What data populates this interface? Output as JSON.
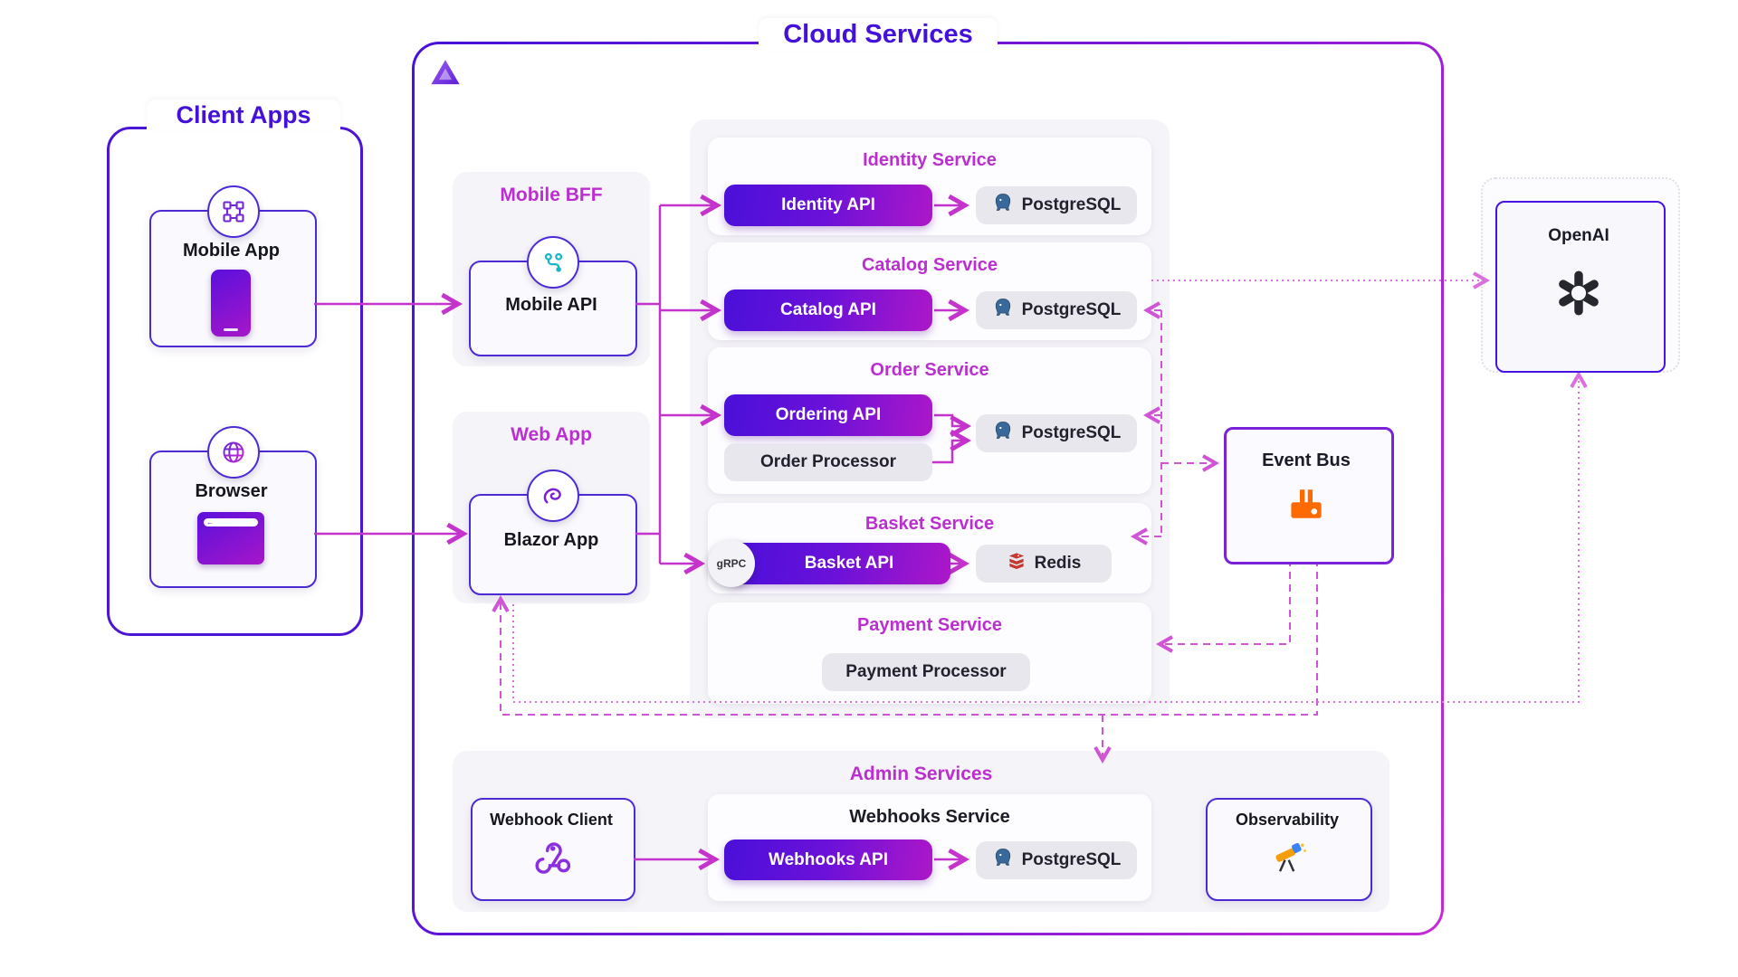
{
  "colors": {
    "indigo": "#4712d8",
    "magenta_title": "#bb2fd0",
    "arrow_solid": "#c433cc",
    "arrow_dashed": "#cf55d5",
    "arrow_dotted": "#da70de",
    "pill_gradient_from": "#4a10d9",
    "pill_gradient_to": "#ad17c8",
    "rabbitmq_orange": "#ff6a00",
    "redis_red": "#d0372c",
    "postgres_blue": "#39689b"
  },
  "cloud": {
    "title": "Cloud Services",
    "logo_icon": "aspire-triangle-icon"
  },
  "client_apps": {
    "title": "Client Apps",
    "mobile_app": {
      "label": "Mobile App",
      "icon": "maui-icon",
      "shape": "phone"
    },
    "browser": {
      "label": "Browser",
      "icon": "globe-icon",
      "shape": "browser-window"
    }
  },
  "mobile_bff": {
    "title": "Mobile BFF",
    "api_label": "Mobile API",
    "icon": "yarp-icon"
  },
  "web_app": {
    "title": "Web App",
    "app_label": "Blazor App",
    "icon": "blazor-icon"
  },
  "services": [
    {
      "title": "Identity Service",
      "api": "Identity API",
      "store": "PostgreSQL",
      "store_icon": "postgresql-icon"
    },
    {
      "title": "Catalog Service",
      "api": "Catalog API",
      "store": "PostgreSQL",
      "store_icon": "postgresql-icon"
    },
    {
      "title": "Order Service",
      "api": "Ordering API",
      "processor": "Order Processor",
      "store": "PostgreSQL",
      "store_icon": "postgresql-icon"
    },
    {
      "title": "Basket Service",
      "api": "Basket API",
      "badge": "gRPC",
      "store": "Redis",
      "store_icon": "redis-icon"
    },
    {
      "title": "Payment Service",
      "processor": "Payment Processor"
    }
  ],
  "event_bus": {
    "label": "Event Bus",
    "icon": "rabbitmq-icon"
  },
  "openai": {
    "label": "OpenAI",
    "icon": "openai-icon"
  },
  "admin": {
    "title": "Admin Services",
    "webhook_client": {
      "label": "Webhook Client",
      "icon": "webhook-icon"
    },
    "webhooks_service": {
      "title": "Webhooks Service",
      "api": "Webhooks API",
      "store": "PostgreSQL",
      "store_icon": "postgresql-icon"
    },
    "observability": {
      "label": "Observability",
      "icon": "telescope-icon"
    }
  }
}
